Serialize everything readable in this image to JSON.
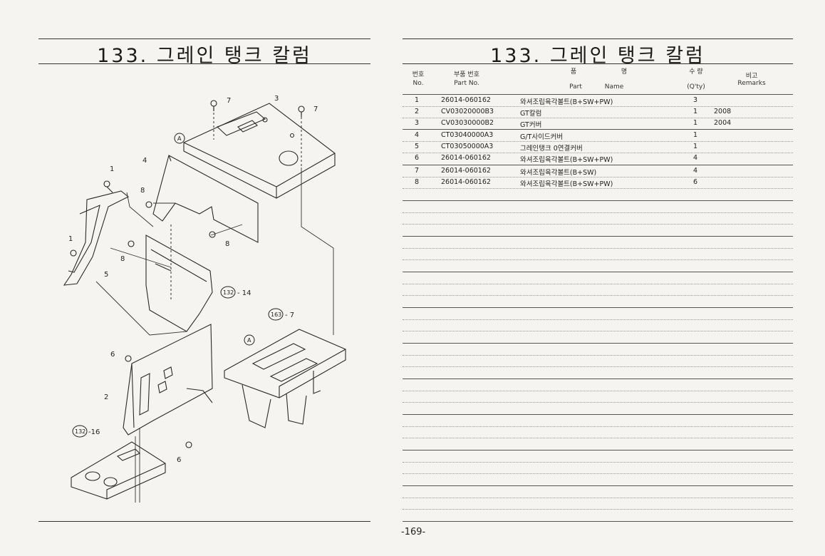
{
  "left": {
    "title": "133. 그레인 탱크 칼럼"
  },
  "right": {
    "title": "133. 그레인 탱크 칼럼",
    "headers": {
      "no_ko": "번호",
      "no_en": "No.",
      "part_ko": "부품 번호",
      "part_en": "Part No.",
      "name_ko_1": "품",
      "name_ko_2": "명",
      "name_en_1": "Part",
      "name_en_2": "Name",
      "qty_ko": "수 량",
      "qty_en": "(Q'ty)",
      "remarks_ko": "비고",
      "remarks_en": "Remarks"
    },
    "rows": [
      {
        "no": "1",
        "part": "26014-060162",
        "name": "와셔조립육각볼트(B+SW+PW)",
        "qty": "3",
        "remarks": ""
      },
      {
        "no": "2",
        "part": "CV03020000B3",
        "name": "GT칼럼",
        "qty": "1",
        "remarks": "2008"
      },
      {
        "no": "3",
        "part": "CV03030000B2",
        "name": "GT커버",
        "qty": "1",
        "remarks": "2004"
      },
      {
        "no": "4",
        "part": "CT03040000A3",
        "name": "G/T사이드커버",
        "qty": "1",
        "remarks": ""
      },
      {
        "no": "5",
        "part": "CT03050000A3",
        "name": "그레인탱크 0연결커버",
        "qty": "1",
        "remarks": ""
      },
      {
        "no": "6",
        "part": "26014-060162",
        "name": "와셔조립육각볼트(B+SW+PW)",
        "qty": "4",
        "remarks": ""
      },
      {
        "no": "7",
        "part": "26014-060162",
        "name": "와셔조립육각볼트(B+SW)",
        "qty": "4",
        "remarks": ""
      },
      {
        "no": "8",
        "part": "26014-060162",
        "name": "와셔조립육각볼트(B+SW+PW)",
        "qty": "6",
        "remarks": ""
      }
    ],
    "page_number": "-169-"
  },
  "diagram": {
    "callouts": {
      "c1": "1",
      "c1b": "1",
      "c2": "2",
      "c3": "3",
      "c4": "4",
      "c5": "5",
      "c6": "6",
      "c6b": "6",
      "c7": "7",
      "c7b": "7",
      "c8": "8",
      "c8b": "8",
      "c8c": "8",
      "ref_a": "A",
      "ref_a2": "A",
      "ref_132": "132",
      "ref_132_suffix": "- 14",
      "ref_163": "163",
      "ref_163_suffix": "- 7",
      "ref_132b": "132",
      "ref_132b_suffix": "-16"
    }
  }
}
